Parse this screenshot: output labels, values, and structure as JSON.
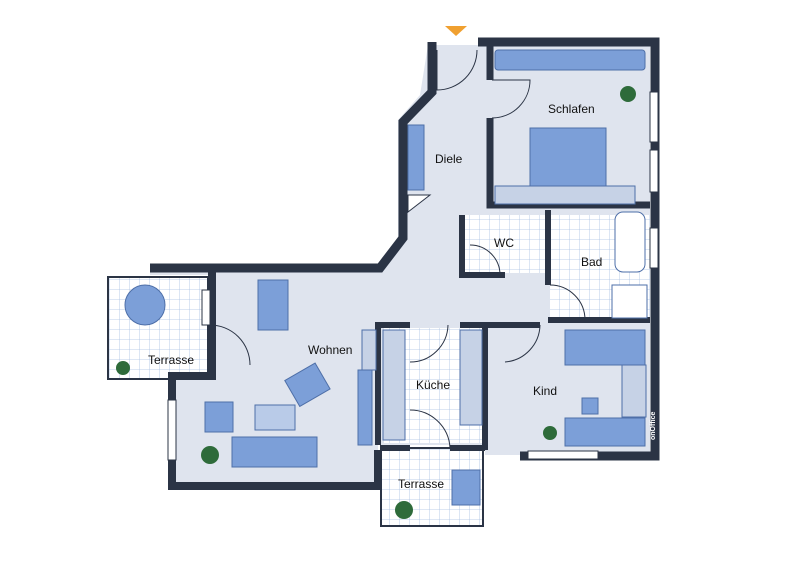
{
  "rooms": {
    "schlafen": "Schlafen",
    "diele": "Diele",
    "wc": "WC",
    "bad": "Bad",
    "wohnen": "Wohnen",
    "kueche": "Küche",
    "kind": "Kind",
    "terrasse_west": "Terrasse",
    "terrasse_south": "Terrasse"
  },
  "logo": "onOffice",
  "colors": {
    "wall": "#2b3445",
    "floor": "#dfe4ee",
    "furniture": "#7c9fd8",
    "entrance": "#f0a030"
  }
}
